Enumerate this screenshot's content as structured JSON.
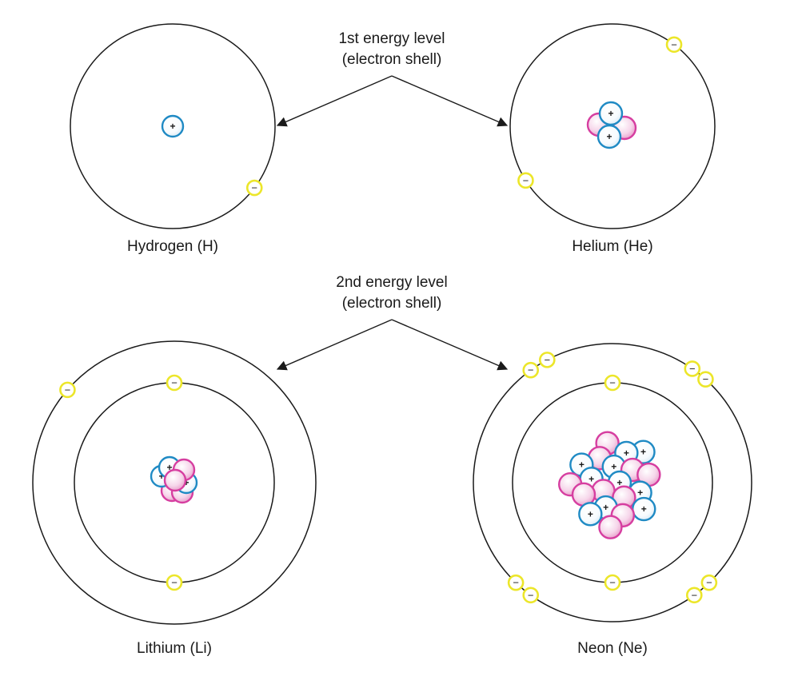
{
  "annotations": {
    "first_level_line1": "1st energy level",
    "first_level_line2": "(electron shell)",
    "second_level_line1": "2nd energy level",
    "second_level_line2": "(electron shell)"
  },
  "atoms": {
    "hydrogen": {
      "label": "Hydrogen (H)",
      "protons": 1,
      "neutrons": 0,
      "shells": [
        1
      ]
    },
    "helium": {
      "label": "Helium (He)",
      "protons": 2,
      "neutrons": 2,
      "shells": [
        2
      ]
    },
    "lithium": {
      "label": "Lithium (Li)",
      "protons": 3,
      "neutrons": 4,
      "shells": [
        2,
        1
      ]
    },
    "neon": {
      "label": "Neon (Ne)",
      "protons": 10,
      "neutrons": 10,
      "shells": [
        2,
        8
      ]
    }
  },
  "symbols": {
    "proton": "+",
    "electron": "−"
  },
  "colors": {
    "proton": "#1f8ac4",
    "neutron": "#d63ea0",
    "electron": "#ece62a",
    "shell": "#1a1a1a",
    "arrow": "#1a1a1a"
  }
}
